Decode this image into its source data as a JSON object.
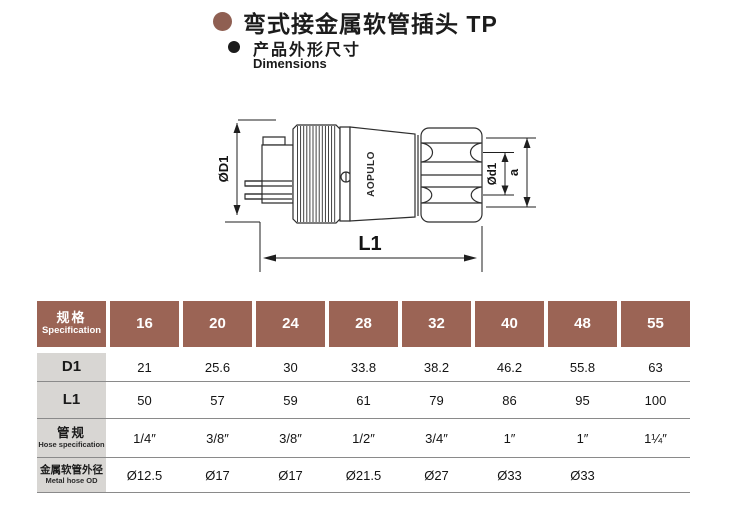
{
  "page": {
    "title": "弯式接金属软管插头  TP",
    "subtitle_cn": "产品外形尺寸",
    "subtitle_en": "Dimensions"
  },
  "colors": {
    "accent_brown": "#9b6455",
    "bullet_brown": "#8f5f52",
    "row_label_gray": "#d8d6d3",
    "separator_gray": "#8a8a8a"
  },
  "diagram": {
    "brand": "AOPULO",
    "labels": {
      "outer_diameter": "ØD1",
      "inner_diameter": "Ød1",
      "cap_width": "a",
      "length": "L1"
    }
  },
  "table": {
    "spec_header_cn": "规格",
    "spec_header_en": "Specification",
    "columns": [
      "16",
      "20",
      "24",
      "28",
      "32",
      "40",
      "48",
      "55"
    ],
    "rows": [
      {
        "label_cn": "D1",
        "label_en": "",
        "values": [
          "21",
          "25.6",
          "30",
          "33.8",
          "38.2",
          "46.2",
          "55.8",
          "63"
        ]
      },
      {
        "label_cn": "L1",
        "label_en": "",
        "values": [
          "50",
          "57",
          "59",
          "61",
          "79",
          "86",
          "95",
          "100"
        ]
      },
      {
        "label_cn": "管规",
        "label_en": "Hose specification",
        "values": [
          "1/4″",
          "3/8″",
          "3/8″",
          "1/2″",
          "3/4″",
          "1″",
          "1″",
          "1¼″"
        ]
      },
      {
        "label_cn": "金属软管外径",
        "label_en": "Metal hose OD",
        "values": [
          "Ø12.5",
          "Ø17",
          "Ø17",
          "Ø21.5",
          "Ø27",
          "Ø33",
          "Ø33",
          ""
        ]
      }
    ]
  }
}
